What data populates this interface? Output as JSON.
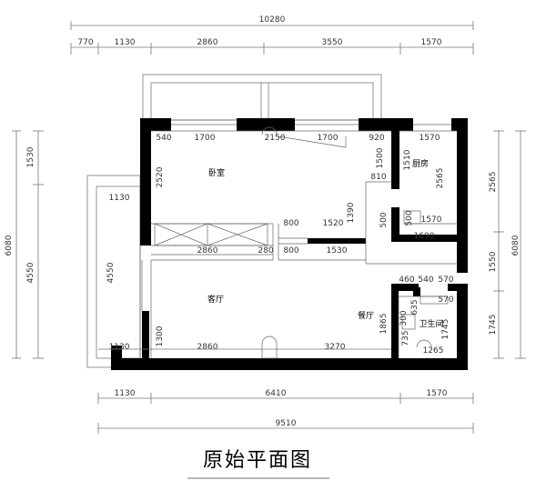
{
  "title": "原始平面图",
  "rooms": {
    "bedroom": "卧室",
    "kitchen": "厨房",
    "living": "客厅",
    "dining": "餐厅",
    "bathroom": "卫生间"
  },
  "top_dims": {
    "overall": "10280",
    "d1": "770",
    "d2": "1130",
    "d3": "2860",
    "d4": "3550",
    "d5": "1570"
  },
  "bottom_dims": {
    "d1": "1130",
    "d2": "6410",
    "d3": "1570",
    "overall": "9510"
  },
  "left_dims": {
    "overall": "6080",
    "d1": "1530",
    "d2": "4550"
  },
  "right_dims": {
    "overall": "6080",
    "d1": "2565",
    "d2": "1550",
    "d3": "1745"
  },
  "interior_dims": {
    "bed_540": "540",
    "bed_1700a": "1700",
    "bed_2150": "2150",
    "bed_1700b": "1700",
    "bed_920": "920",
    "bed_2520": "2520",
    "bed_1500": "1500",
    "bed_810": "810",
    "bed_1390": "1390",
    "bed_1520": "1520",
    "bed_800a": "800",
    "bed_2860": "2860",
    "bed_280": "280",
    "bed_800b": "800",
    "bed_1530": "1530",
    "bed_1130": "1130",
    "kit_1570a": "1570",
    "kit_1510": "1510",
    "kit_2565": "2565",
    "kit_500a": "500",
    "kit_500b": "500",
    "kit_1570b": "1570",
    "kit_1690": "1690",
    "bath_460": "460",
    "bath_540": "540",
    "bath_570a": "570",
    "bath_570b": "570",
    "bath_635": "635",
    "bath_300": "300",
    "bath_1745": "1745",
    "bath_735": "735",
    "bath_1265": "1265",
    "liv_4550": "4550",
    "liv_1300": "1300",
    "liv_1865": "1865",
    "liv_1130": "1130",
    "liv_2860": "2860",
    "liv_3270": "3270"
  }
}
